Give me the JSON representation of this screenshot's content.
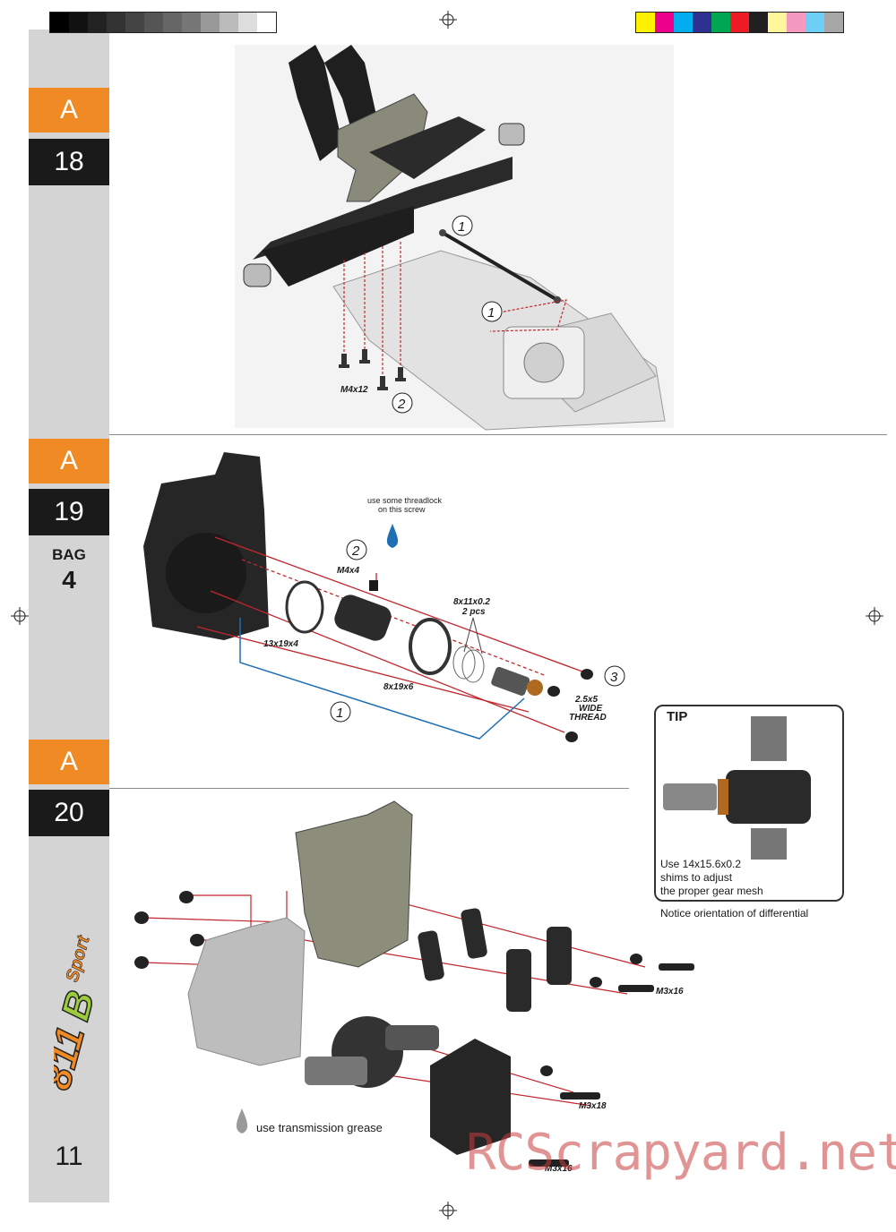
{
  "page": {
    "number": "11"
  },
  "steps": [
    {
      "letter": "A",
      "number": "18"
    },
    {
      "letter": "A",
      "number": "19"
    },
    {
      "letter": "A",
      "number": "20"
    }
  ],
  "bag": {
    "label": "BAG",
    "number": "4"
  },
  "step18": {
    "screw_label": "M4x12",
    "callout_1": "1",
    "callout_2": "2"
  },
  "step19": {
    "threadlock_note_line1": "use some threadlock",
    "threadlock_note_line2": "on this screw",
    "callout_1": "1",
    "callout_2": "2",
    "callout_3": "3",
    "screw_m4": "M4x4",
    "bearing_13": "13x19x4",
    "bearing_8": "8x19x6",
    "shim_label": "8x11x0.2",
    "shim_qty": "2 pcs",
    "screw_25_line1": "2.5x5",
    "screw_25_line2": "WIDE",
    "screw_25_line3": "THREAD"
  },
  "tip": {
    "title": "TIP",
    "text_line1": "Use 14x15.6x0.2",
    "text_line2": "shims to adjust",
    "text_line3": "the proper gear mesh",
    "notice": "Notice orientation of differential"
  },
  "step20": {
    "screw_a": "M3x16",
    "screw_b": "M3x18",
    "screw_c": "M3x16",
    "grease_note": "use transmission grease"
  },
  "logo": {
    "text": "Sport"
  },
  "watermark": "RCScrapyard.net",
  "colors": {
    "accent_orange": "#f08a24",
    "step_black": "#1a1a1a",
    "sidebar_grey": "#d4d4d4",
    "guide_red": "#c0272d",
    "guide_blue": "#1f6fb5"
  }
}
